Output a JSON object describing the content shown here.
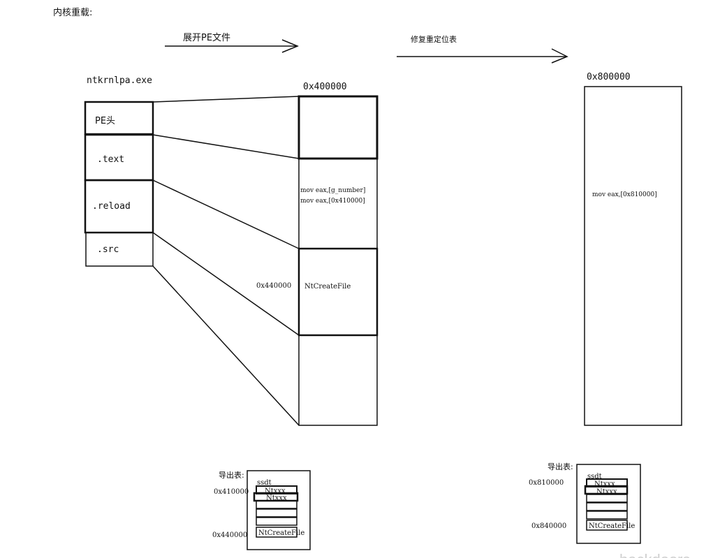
{
  "title": "内核重载:",
  "arrow1_label": "展开PE文件",
  "arrow2_label": "修复重定位表",
  "file_name": "ntkrnlpa.exe",
  "sections": [
    "PE头",
    ".text",
    ".reload",
    ".src"
  ],
  "mem1": {
    "base": "0x400000",
    "code_line1": "mov eax,[g_number]",
    "code_line2": "mov eax,[0x410000]",
    "func_addr": "0x440000",
    "func_name": "NtCreateFile"
  },
  "mem2": {
    "base": "0x800000",
    "code_line": "mov eax,[0x810000]"
  },
  "export1": {
    "label": "导出表:",
    "ssdt": "ssdt",
    "addr1": "0x410000",
    "addr2": "0x440000",
    "entry1": "Ntxxx",
    "entry2": "Ntxxx",
    "func": "NtCreateFile"
  },
  "export2": {
    "label": "导出表:",
    "ssdt": "ssdt",
    "addr1": "0x810000",
    "addr2": "0x840000",
    "entry1": "Ntxxx",
    "entry2": "Ntxxx",
    "func": "NtCreateFile"
  },
  "watermark": "backdoors"
}
